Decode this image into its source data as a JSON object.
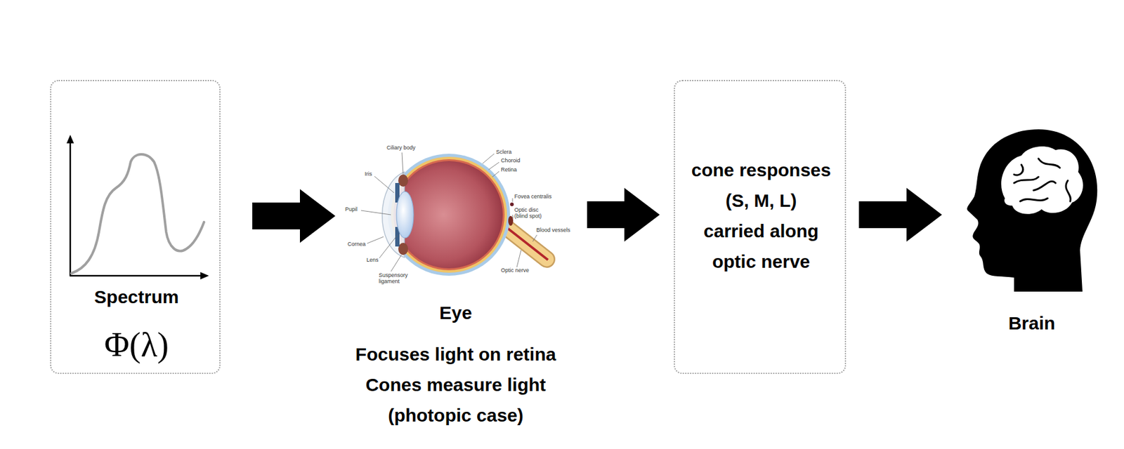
{
  "diagram": {
    "nodes": [
      {
        "text": [
          "Spectrum",
          "Φ(λ)"
        ]
      },
      {
        "text": [
          "Eye",
          "Focuses light on retina Cones measure light (photopic case)"
        ]
      },
      {
        "text": [
          "cone responses (S, M, L)",
          "carried along optic nerve"
        ]
      },
      {
        "text": [
          "Brain"
        ]
      }
    ],
    "edges": [
      {
        "from": 0,
        "to": 1,
        "arrow": "to"
      },
      {
        "from": 1,
        "to": 2,
        "arrow": "to"
      },
      {
        "from": 2,
        "to": 3,
        "arrow": "to"
      }
    ],
    "labels": [
      "Ciliary body",
      "Sclera",
      "Choroid",
      "Retina",
      "Iris",
      "Fovea centralis",
      "Optic disc (blind spot)",
      "Pupil",
      "Blood vessels",
      "Cornea",
      "Lens",
      "Suspensory ligament",
      "Optic nerve"
    ]
  }
}
